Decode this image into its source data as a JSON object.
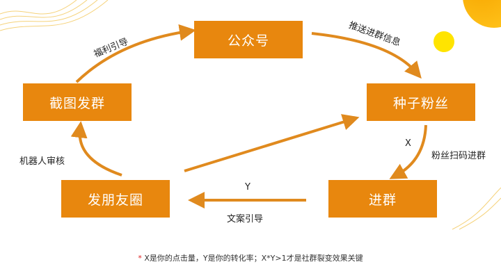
{
  "nodes": {
    "official_account": "公众号",
    "seed_fans": "种子粉丝",
    "join_group": "进群",
    "moments_post": "发朋友圈",
    "screenshot_group": "截图发群"
  },
  "edges": {
    "welfare_guide": "福利引导",
    "push_join_info": "推送进群信息",
    "scan_join": "粉丝扫码进群",
    "copy_guide": "文案引导",
    "robot_review": "机器人审核",
    "x": "X",
    "y": "Y"
  },
  "note": {
    "star": "*",
    "text": " X是你的点击量，Y是你的转化率；X*Y>1才是社群裂变效果关键"
  },
  "colors": {
    "box": "#E8870E",
    "arrow": "#E08A1E",
    "deco_orange": "#F7A600",
    "deco_yellow": "#FFE400"
  }
}
